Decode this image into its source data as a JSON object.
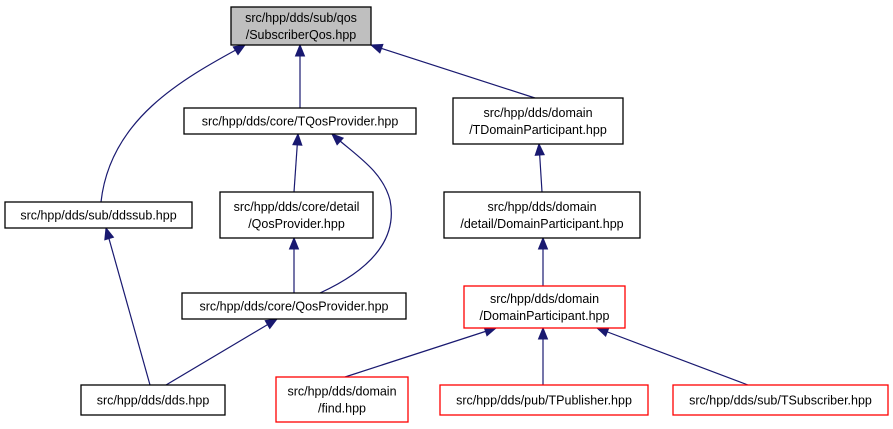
{
  "diagram": {
    "colors": {
      "edge": "#191970",
      "root_fill": "#bfbfbf",
      "node_border": "#000000",
      "clipped_border": "#ff0000"
    },
    "nodes": [
      {
        "id": "subscriberqos",
        "kind": "root",
        "lines": [
          "src/hpp/dds/sub/qos",
          "/SubscriberQos.hpp"
        ]
      },
      {
        "id": "tqosprovider",
        "kind": "normal",
        "lines": [
          "src/hpp/dds/core/TQosProvider.hpp"
        ]
      },
      {
        "id": "tdomainparticipant",
        "kind": "normal",
        "lines": [
          "src/hpp/dds/domain",
          "/TDomainParticipant.hpp"
        ]
      },
      {
        "id": "ddssub",
        "kind": "normal",
        "lines": [
          "src/hpp/dds/sub/ddssub.hpp"
        ]
      },
      {
        "id": "detail-qosprovider",
        "kind": "normal",
        "lines": [
          "src/hpp/dds/core/detail",
          "/QosProvider.hpp"
        ]
      },
      {
        "id": "detail-domainparticipant",
        "kind": "normal",
        "lines": [
          "src/hpp/dds/domain",
          "/detail/DomainParticipant.hpp"
        ]
      },
      {
        "id": "qosprovider",
        "kind": "normal",
        "lines": [
          "src/hpp/dds/core/QosProvider.hpp"
        ]
      },
      {
        "id": "domainparticipant",
        "kind": "clipped",
        "lines": [
          "src/hpp/dds/domain",
          "/DomainParticipant.hpp"
        ]
      },
      {
        "id": "dds",
        "kind": "normal",
        "lines": [
          "src/hpp/dds/dds.hpp"
        ]
      },
      {
        "id": "find",
        "kind": "clipped",
        "lines": [
          "src/hpp/dds/domain",
          "/find.hpp"
        ]
      },
      {
        "id": "tpublisher",
        "kind": "clipped",
        "lines": [
          "src/hpp/dds/pub/TPublisher.hpp"
        ]
      },
      {
        "id": "tsubscriber",
        "kind": "clipped",
        "lines": [
          "src/hpp/dds/sub/TSubscriber.hpp"
        ]
      }
    ],
    "edges": [
      {
        "from": "tqosprovider",
        "to": "subscriberqos"
      },
      {
        "from": "tdomainparticipant",
        "to": "subscriberqos"
      },
      {
        "from": "ddssub",
        "to": "subscriberqos"
      },
      {
        "from": "detail-qosprovider",
        "to": "tqosprovider"
      },
      {
        "from": "qosprovider",
        "to": "tqosprovider"
      },
      {
        "from": "detail-domainparticipant",
        "to": "tdomainparticipant"
      },
      {
        "from": "qosprovider",
        "to": "detail-qosprovider"
      },
      {
        "from": "domainparticipant",
        "to": "detail-domainparticipant"
      },
      {
        "from": "dds",
        "to": "ddssub"
      },
      {
        "from": "dds",
        "to": "qosprovider"
      },
      {
        "from": "find",
        "to": "domainparticipant"
      },
      {
        "from": "tpublisher",
        "to": "domainparticipant"
      },
      {
        "from": "tsubscriber",
        "to": "domainparticipant"
      }
    ]
  }
}
